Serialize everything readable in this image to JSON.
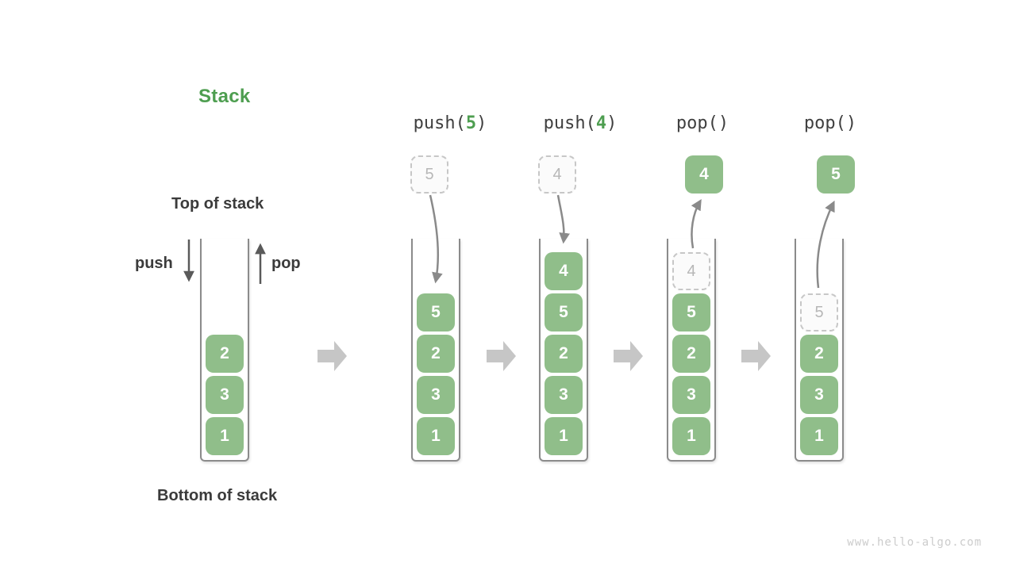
{
  "title": "Stack",
  "labels": {
    "top_of_stack": "Top of stack",
    "bottom_of_stack": "Bottom of stack",
    "push": "push",
    "pop": "pop"
  },
  "watermark": "www.hello-algo.com",
  "colors": {
    "block_green": "#90BE8A",
    "accent_green": "#4E9E50",
    "label_dark": "#3B3B3B",
    "frame_border": "#8B8B8B",
    "curved_arrow": "#8A8A8A",
    "straight_arrow": "#5A5A5A",
    "flow_arrow": "#C6C6C6",
    "dashed_border": "#C7C7C7",
    "dashed_text": "#B7B7B7"
  },
  "initial_stack": {
    "cells": [
      {
        "value": "2"
      },
      {
        "value": "3"
      },
      {
        "value": "1"
      }
    ]
  },
  "operations": [
    {
      "label_prefix": "push(",
      "label_arg": "5",
      "label_suffix": ")",
      "floating": {
        "value": "5",
        "style": "dashed"
      },
      "stack_cells": [
        {
          "value": "5",
          "style": "solid"
        },
        {
          "value": "2",
          "style": "solid"
        },
        {
          "value": "3",
          "style": "solid"
        },
        {
          "value": "1",
          "style": "solid"
        }
      ]
    },
    {
      "label_prefix": "push(",
      "label_arg": "4",
      "label_suffix": ")",
      "floating": {
        "value": "4",
        "style": "dashed"
      },
      "stack_cells": [
        {
          "value": "4",
          "style": "solid"
        },
        {
          "value": "5",
          "style": "solid"
        },
        {
          "value": "2",
          "style": "solid"
        },
        {
          "value": "3",
          "style": "solid"
        },
        {
          "value": "1",
          "style": "solid"
        }
      ]
    },
    {
      "label_prefix": "pop(",
      "label_arg": "",
      "label_suffix": ")",
      "floating": {
        "value": "4",
        "style": "solid"
      },
      "stack_cells": [
        {
          "value": "4",
          "style": "dashed"
        },
        {
          "value": "5",
          "style": "solid"
        },
        {
          "value": "2",
          "style": "solid"
        },
        {
          "value": "3",
          "style": "solid"
        },
        {
          "value": "1",
          "style": "solid"
        }
      ]
    },
    {
      "label_prefix": "pop(",
      "label_arg": "",
      "label_suffix": ")",
      "floating": {
        "value": "5",
        "style": "solid"
      },
      "stack_cells": [
        {
          "value": "5",
          "style": "dashed"
        },
        {
          "value": "2",
          "style": "solid"
        },
        {
          "value": "3",
          "style": "solid"
        },
        {
          "value": "1",
          "style": "solid"
        }
      ]
    }
  ]
}
